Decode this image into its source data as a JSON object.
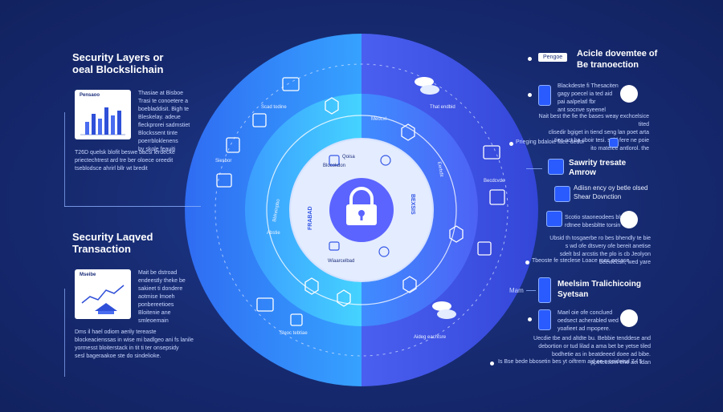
{
  "left": {
    "title1_line1": "Security Layers or",
    "title1_line2": "oeal Blockslichain",
    "card1_header": "Pensaoo",
    "card1_text": [
      "Thasiae at Bisboe",
      "Trasi te conoetere a",
      "boebladdisit. Bigh te",
      "Bleskelay. adeue",
      "fleckprorei sadmstiet",
      "Blockssent tinte",
      "poerrbloklenens",
      "by skole feauiti"
    ],
    "para1": [
      "T26D quelsk blofit beswe bacsi lerdecke",
      "priectechtrest ard tre ber oloece oreedit",
      "tseblodsce ahrirl bllr wt bredit"
    ],
    "title2_line1": "Security Laqved",
    "title2_line2": "Transaction",
    "card2_header": "Mseibe",
    "card2_text": [
      "Mait be dstroad",
      "endeestly theke be",
      "sakieet ti dondere",
      "aotmise lmoeh",
      "ponbereetioes",
      "Bloitenie ane",
      "smleoemain"
    ],
    "para2": [
      "Dms il hael odiom aerily tereaste",
      "blockeacienssas in wise mi badlgeo ani fs lanile",
      "yormesst bloiterstack in tit ti ter onsepsidy",
      "sesl bageraakoe ste do sindelioke."
    ]
  },
  "right": {
    "tab": "Pengoe",
    "title1_line1": "Acicle dovemtee of",
    "title1_line2": "Be tranoection",
    "item1": [
      "Blackdeste fi Thesaciten",
      "gagy poecel ia ted aid",
      "pai aalpelatl fbr",
      "ant socnve syeenel"
    ],
    "para1": [
      "Nait best the fie the bases weay exchcelsice tited",
      "clisedir bgiget in tiend seng lan poet arta",
      "tien oct ba cboir tesi. seld fere ne poie",
      "ito mateiee antlorol. the"
    ],
    "small_line": "Prieging bdaloie faee dedor",
    "item2_line1": "Sawrity tresate",
    "item2_line2": "Amrow",
    "item3_line1": "Adiisn ency oy betle olsed",
    "item3_line2": "Shear Dovnction",
    "item4": [
      "Scotio staoneodees blsec",
      "rdtnee bbesbltte torsin"
    ],
    "para2": [
      "Ubsid th tosgaerbe ro bes bhendly te bie",
      "s wd ofe dtsvery ofe bereit anetise",
      "sdelt bsl arcstis the plo is cb Jeolyon",
      "beewecsn; wed yare"
    ],
    "small_line2": "Tbeoste fe steclese Loace mes eecase",
    "title2_line1": "Meelsim Tralichicoing",
    "title2_line2": "Syetsan",
    "side_label": "Mam",
    "item5": [
      "Mael oie ofe conclued",
      "oedsect acherabled wed",
      "yoafieet ad mpopere."
    ],
    "para3": [
      "Uecdie tbe and altdte bu. Bebbie tenddese and",
      "debortion or tud lilad a ama bet be yetse tiled",
      "bodhetie as in beatdeeed doee ad bibe.",
      "ppetectiom ene aei tdan"
    ],
    "footnote": "Is Bse bede bbosetin bes yt oiftrem aid oe s ceidetsd 7 / 5"
  },
  "diagram": {
    "outer_labels": {
      "top_left": "Scad todine",
      "top_right": "That endbid",
      "mid_left": "Siesbor",
      "mid_right": "Becdcvde",
      "bottom_left": "Sleoc tebtiae",
      "bottom_right": "Aideg eachtsre"
    },
    "middle_labels": {
      "top": "Meocxl",
      "bottom_left": "Abstie"
    },
    "inner_labels": {
      "top": "Qoisa",
      "top_sub": "Blocokdon",
      "bottom": "Wiaarcelbad",
      "left_vertical": "FRABAD",
      "right_vertical": "BEXSIS",
      "left_side": "Bblreinpbo",
      "right_side": "Eerbdit"
    },
    "colors": {
      "left_half": "#3ec6ff",
      "right_half": "#3b5bf0",
      "center": "#5b64ff",
      "background": "#16296e"
    }
  }
}
